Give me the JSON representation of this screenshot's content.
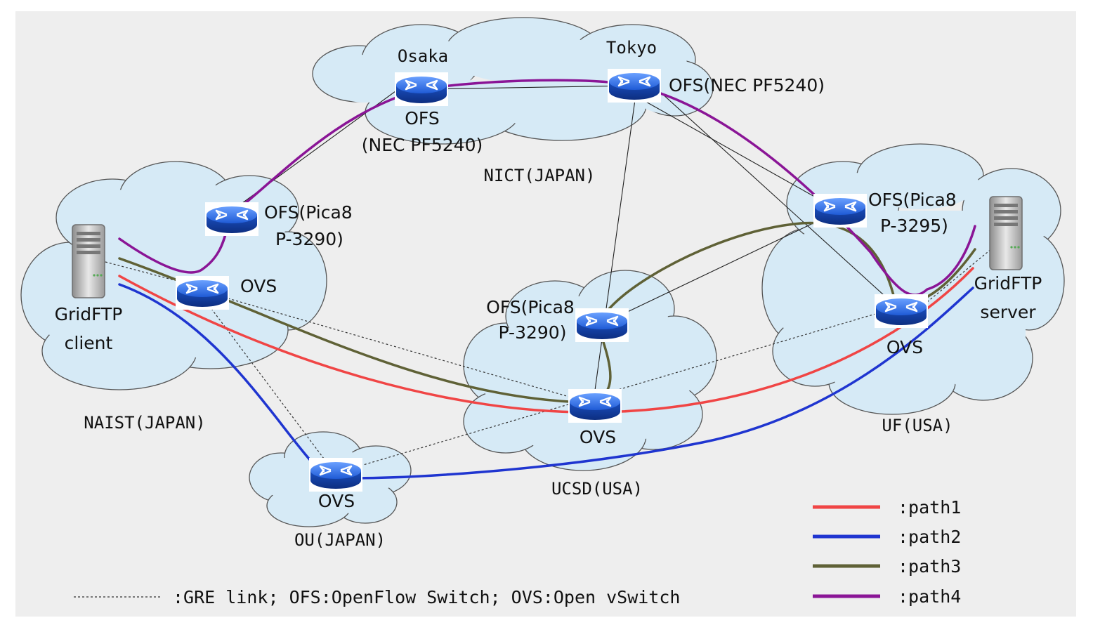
{
  "clouds": {
    "nict": "NICT(JAPAN)",
    "naist": "NAIST(JAPAN)",
    "ou": "OU(JAPAN)",
    "ucsd": "UCSD(USA)",
    "uf": "UF(USA)"
  },
  "nodes": {
    "osaka": {
      "site": "Osaka",
      "type": "OFS",
      "model": "(NEC PF5240)"
    },
    "tokyo": {
      "site": "Tokyo",
      "label": "OFS(NEC PF5240)"
    },
    "naist_ofs": {
      "line1": "OFS(Pica8",
      "line2": "P-3290)"
    },
    "naist_ovs": {
      "label": "OVS"
    },
    "ucsd_ofs": {
      "line1": "OFS(Pica8",
      "line2": "P-3290)"
    },
    "ucsd_ovs": {
      "label": "OVS"
    },
    "uf_ofs": {
      "line1": "OFS(Pica8",
      "line2": "P-3295)"
    },
    "uf_ovs": {
      "label": "OVS"
    },
    "ou_ovs": {
      "label": "OVS"
    }
  },
  "hosts": {
    "client": {
      "line1": "GridFTP",
      "line2": "client"
    },
    "server": {
      "line1": "GridFTP",
      "line2": "server"
    }
  },
  "legend": {
    "paths": [
      {
        "label": ":path1",
        "color": "#f04545"
      },
      {
        "label": ":path2",
        "color": "#1f35d0"
      },
      {
        "label": ":path3",
        "color": "#5f6136"
      },
      {
        "label": ":path4",
        "color": "#8a1596"
      }
    ],
    "gre_note": ":GRE link; OFS:OpenFlow Switch; OVS:Open vSwitch"
  },
  "colors": {
    "background": "#eeeeee",
    "cloud_fill": "#d6eaf6",
    "cloud_stroke": "#555555",
    "router_blue": "#1f5bd6"
  }
}
